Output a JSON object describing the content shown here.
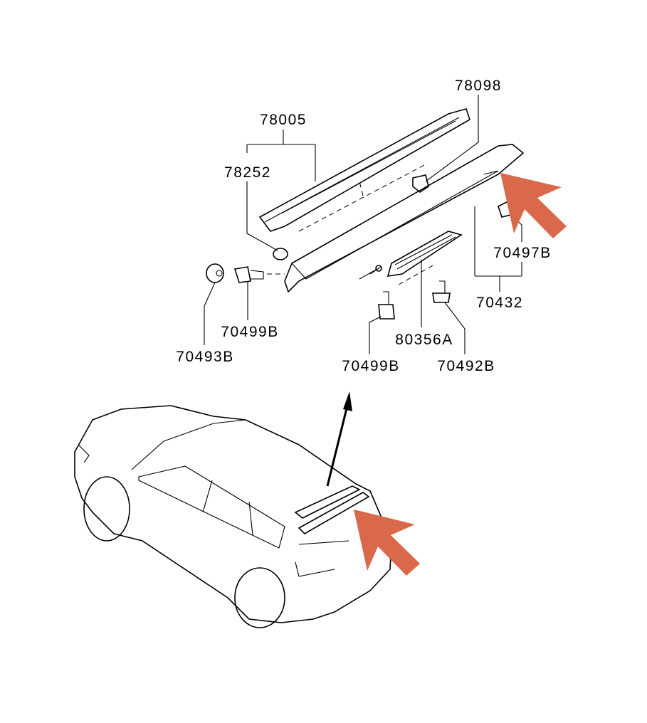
{
  "diagram": {
    "parts": [
      {
        "id": "p78098",
        "label": "78098"
      },
      {
        "id": "p78005",
        "label": "78005"
      },
      {
        "id": "p78252",
        "label": "78252"
      },
      {
        "id": "p70497B",
        "label": "70497B"
      },
      {
        "id": "p70432",
        "label": "70432"
      },
      {
        "id": "p70499B_left",
        "label": "70499B"
      },
      {
        "id": "p70493B",
        "label": "70493B"
      },
      {
        "id": "p80356A",
        "label": "80356A"
      },
      {
        "id": "p70499B_center",
        "label": "70499B"
      },
      {
        "id": "p70492B",
        "label": "70492B"
      }
    ],
    "highlight_color": "#d9694a"
  }
}
